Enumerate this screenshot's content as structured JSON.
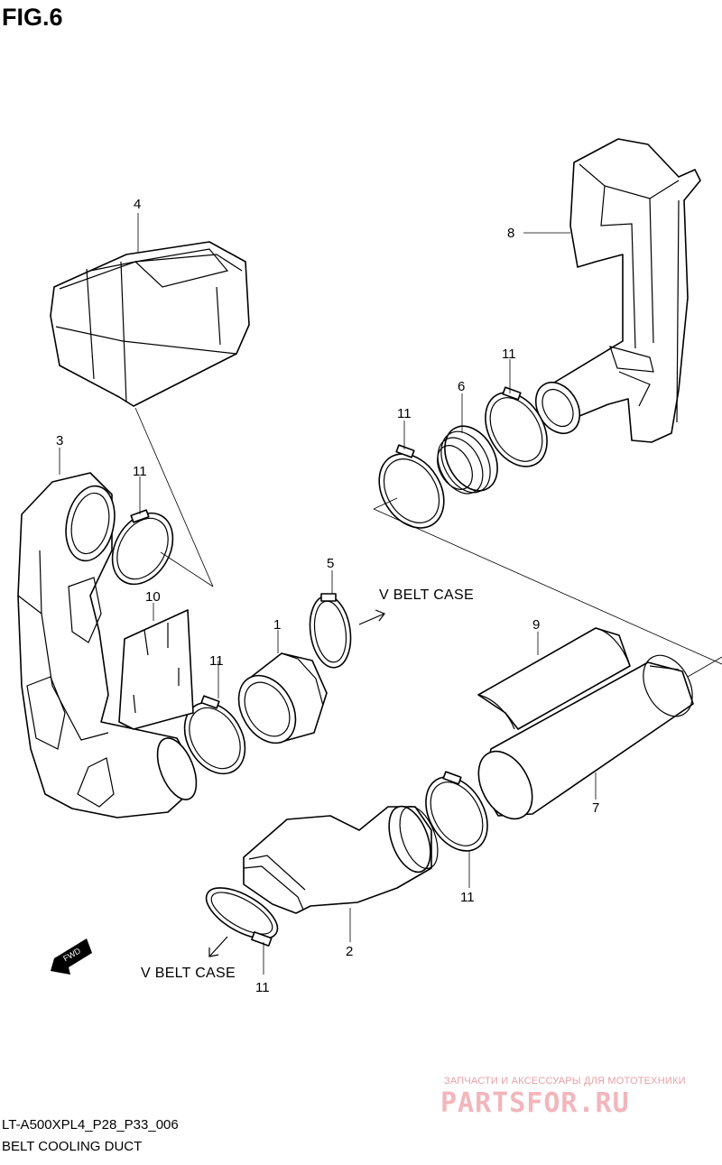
{
  "figure_title": "FIG.6",
  "callouts": {
    "c1": "1",
    "c2": "2",
    "c3": "3",
    "c4": "4",
    "c5": "5",
    "c6": "6",
    "c7": "7",
    "c8": "8",
    "c9": "9",
    "c10": "10",
    "c11": "11"
  },
  "destinations": {
    "upper": "V BELT CASE",
    "lower": "V BELT CASE"
  },
  "direction_badge": "FWD",
  "footer": {
    "model_code": "LT-A500XPL4_P28_P33_006",
    "title": "BELT COOLING DUCT"
  },
  "watermark": {
    "tagline": "ЗАПЧАСТИ И АКСЕССУАРЫ ДЛЯ МОТОТЕХНИКИ",
    "brand": "PARTSFOR.RU"
  }
}
